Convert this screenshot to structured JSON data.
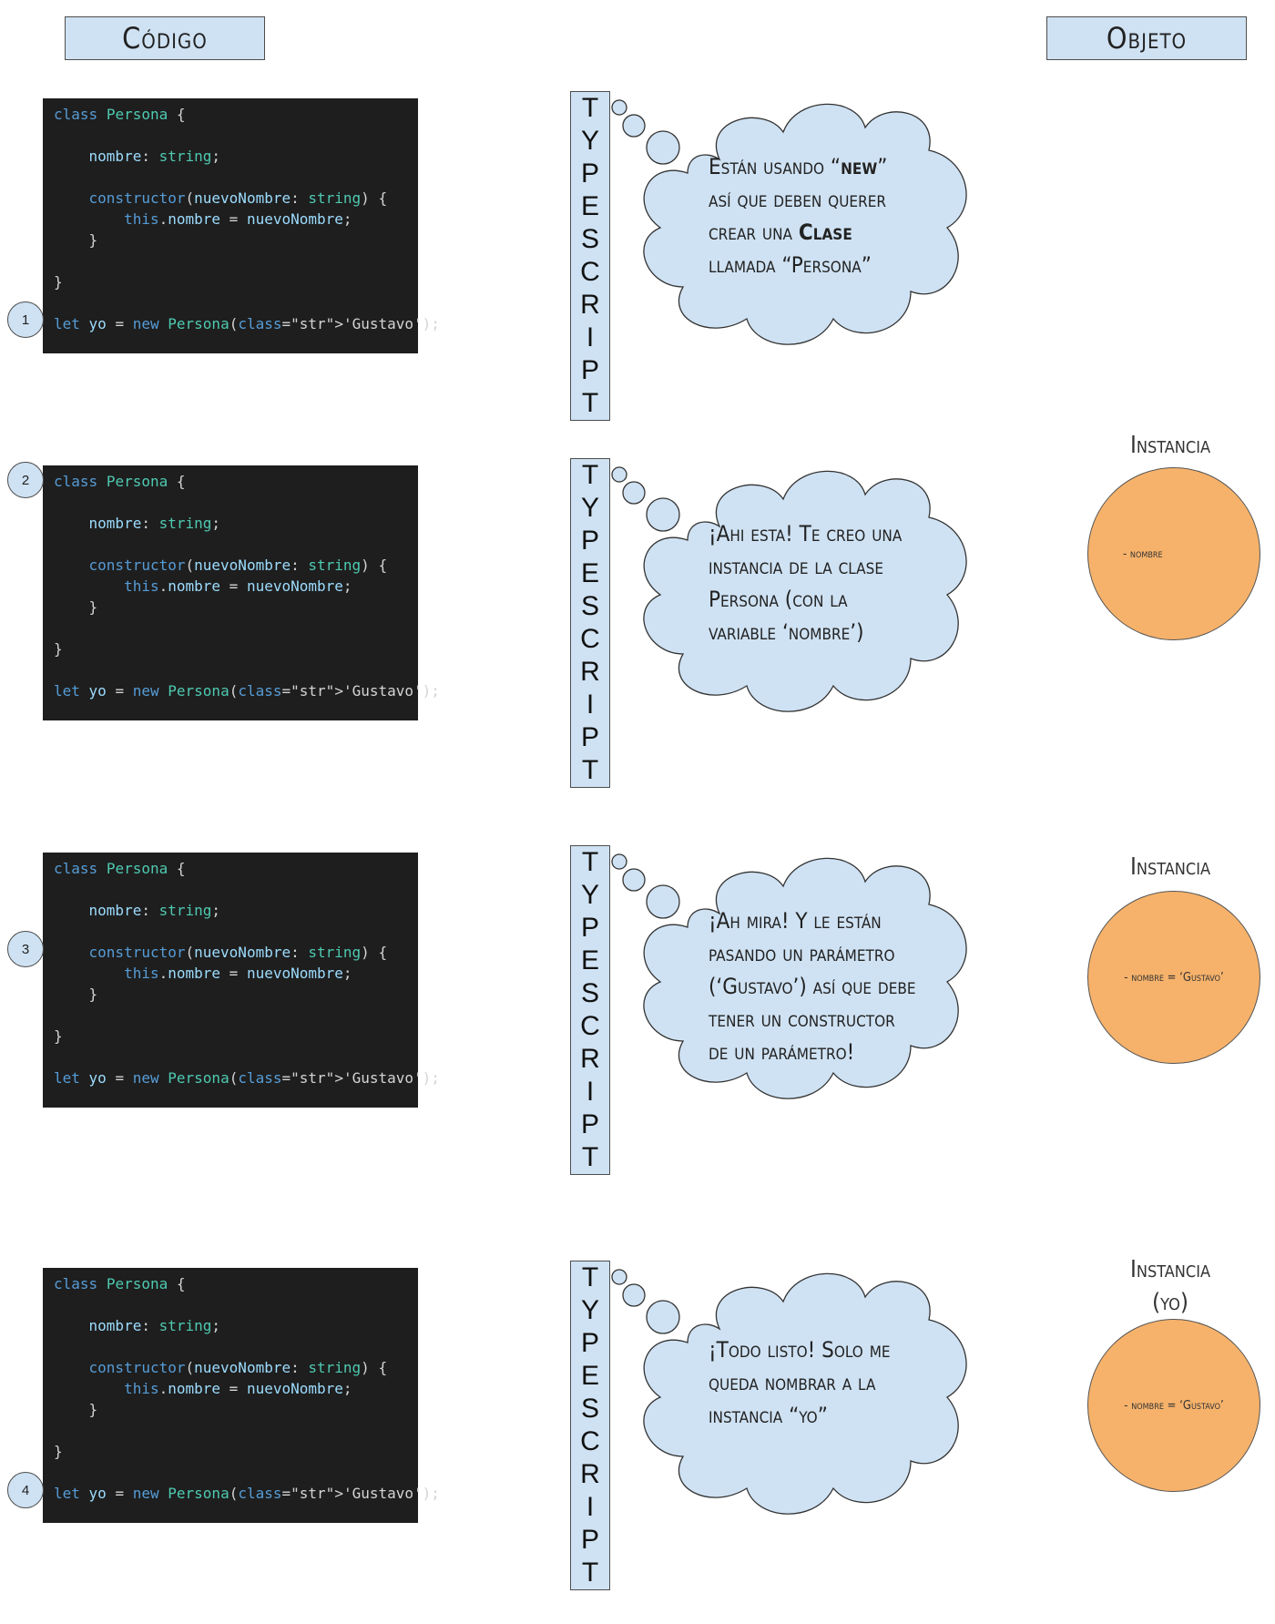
{
  "headers": {
    "code": "Código",
    "object": "Objeto"
  },
  "code_lines": [
    "class Persona {",
    "",
    "    nombre: string;",
    "",
    "    constructor(nuevoNombre: string) {",
    "        this.nombre = nuevoNombre;",
    "    }",
    "",
    "}",
    "",
    "let yo = new Persona('Gustavo');"
  ],
  "vertical_label": [
    "T",
    "Y",
    "P",
    "E",
    "S",
    "C",
    "R",
    "I",
    "P",
    "T"
  ],
  "steps": [
    {
      "number": "1",
      "thought": [
        "Están usando “",
        "new",
        "”",
        "así que deben querer",
        "crear una ",
        "Clase",
        "llamada “Persona”"
      ]
    },
    {
      "number": "2",
      "thought": [
        "¡Ahi esta! Te creo una",
        "instancia de la clase",
        "Persona (con la",
        "variable ‘nombre’)"
      ],
      "instance_title": "Instancia",
      "instance_content": "- nombre"
    },
    {
      "number": "3",
      "thought": [
        "¡Ah mira! Y le están",
        "pasando un parámetro",
        "(‘Gustavo’) así que debe",
        "tener un constructor",
        "de un parámetro!"
      ],
      "instance_title": "Instancia",
      "instance_content": "- nombre = ‘Gustavo’"
    },
    {
      "number": "4",
      "thought": [
        "¡Todo listo! Solo me",
        "queda nombrar a la",
        "instancia “yo”"
      ],
      "instance_title": "Instancia",
      "instance_subtitle": "(yo)",
      "instance_content": "- nombre = ‘Gustavo’"
    }
  ],
  "colors": {
    "header_fill": "#cfe2f3",
    "code_bg": "#1e1e1e",
    "instance_fill": "#f6b26b",
    "keyword": "#569cd6",
    "class_name": "#4ec9b0",
    "string": "#ce9178"
  }
}
